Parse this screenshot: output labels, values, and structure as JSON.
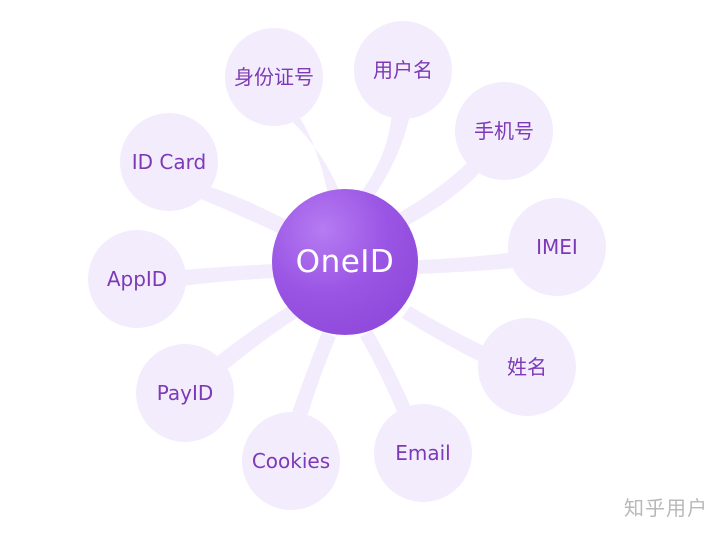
{
  "center": {
    "label": "OneID"
  },
  "nodes": {
    "id_number": "身份证号",
    "username": "用户名",
    "phone": "手机号",
    "id_card": "ID Card",
    "imei": "IMEI",
    "app_id": "AppID",
    "name": "姓名",
    "pay_id": "PayID",
    "email": "Email",
    "cookies": "Cookies"
  },
  "watermark": "知乎用户",
  "colors": {
    "node_fill": "#f3ecfd",
    "node_text": "#7c3ab6",
    "center_fill": "#9a55e4",
    "center_text": "#ffffff",
    "watermark": "#b8b8b8"
  }
}
